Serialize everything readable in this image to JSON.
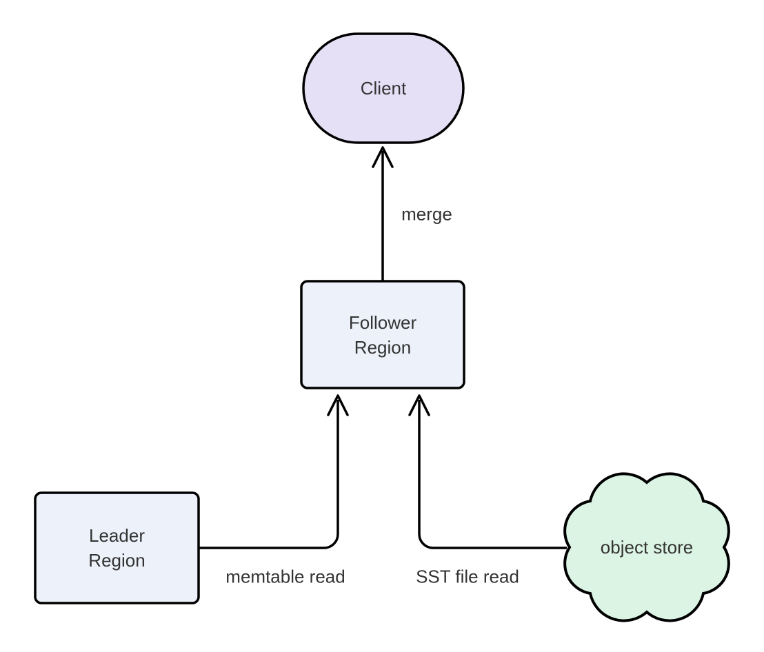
{
  "diagram": {
    "type": "flowchart",
    "background": "#ffffff",
    "nodes": {
      "client": {
        "label": "Client",
        "shape": "stadium",
        "fill": "#e6e0f7"
      },
      "follower_region": {
        "label": "Follower Region",
        "shape": "rounded-rect",
        "fill": "#edf2fa"
      },
      "leader_region": {
        "label": "Leader Region",
        "shape": "rounded-rect",
        "fill": "#edf2fa"
      },
      "object_store": {
        "label": "object store",
        "shape": "cloud",
        "fill": "#dcf4e4"
      }
    },
    "edges": [
      {
        "from": "follower_region",
        "to": "client",
        "label": "merge"
      },
      {
        "from": "leader_region",
        "to": "follower_region",
        "label": "memtable read"
      },
      {
        "from": "object_store",
        "to": "follower_region",
        "label": "SST file read"
      }
    ],
    "colors": {
      "node_border": "#000000",
      "edge_stroke": "#000000",
      "text": "#333333"
    }
  }
}
